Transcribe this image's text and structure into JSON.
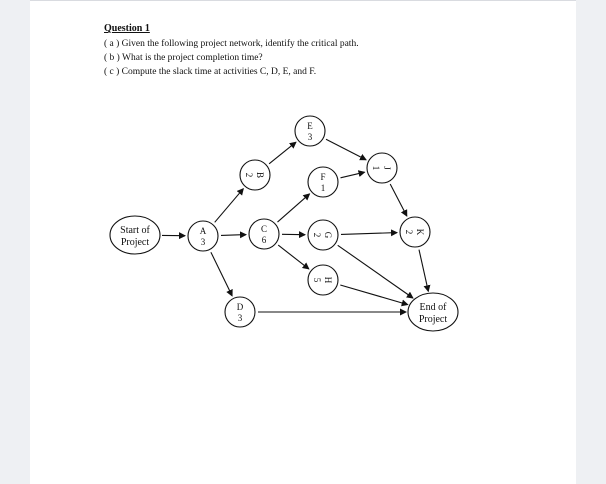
{
  "question": {
    "title": "Question 1",
    "lines": [
      "( a ) Given the following project network, identify the critical path.",
      "( b ) What is the project completion time?",
      "( c ) Compute the slack time at activities C, D, E, and F."
    ]
  },
  "network": {
    "start_label": [
      "Start of",
      "Project"
    ],
    "end_label": [
      "End of",
      "Project"
    ],
    "activities": [
      {
        "id": "A",
        "name": "A",
        "duration": "3"
      },
      {
        "id": "B",
        "name": "B",
        "duration": "2"
      },
      {
        "id": "C",
        "name": "C",
        "duration": "6"
      },
      {
        "id": "D",
        "name": "D",
        "duration": "3"
      },
      {
        "id": "E",
        "name": "E",
        "duration": "3"
      },
      {
        "id": "F",
        "name": "F",
        "duration": "1"
      },
      {
        "id": "G",
        "name": "G",
        "duration": "2"
      },
      {
        "id": "H",
        "name": "H",
        "duration": "5"
      },
      {
        "id": "J",
        "name": "J",
        "duration": "1"
      },
      {
        "id": "K",
        "name": "K",
        "duration": "2"
      }
    ],
    "edges": [
      [
        "start",
        "A"
      ],
      [
        "A",
        "B"
      ],
      [
        "A",
        "C"
      ],
      [
        "A",
        "D"
      ],
      [
        "B",
        "E"
      ],
      [
        "C",
        "F"
      ],
      [
        "C",
        "G"
      ],
      [
        "C",
        "H"
      ],
      [
        "E",
        "J"
      ],
      [
        "F",
        "J"
      ],
      [
        "G",
        "K"
      ],
      [
        "J",
        "K"
      ],
      [
        "G",
        "end"
      ],
      [
        "H",
        "end"
      ],
      [
        "K",
        "end"
      ],
      [
        "D",
        "end"
      ]
    ]
  }
}
